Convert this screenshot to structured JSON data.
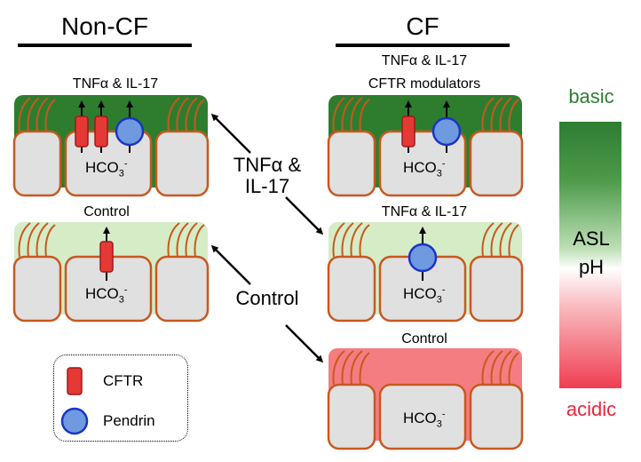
{
  "colors": {
    "basic": "#2e7d2f",
    "slightly_basic": "#d5ecc7",
    "acidic": "#f47d82",
    "cell_fill": "#e0e0e0",
    "cell_border": "#c8581e",
    "cftr": "#e53935",
    "pendrin": "#6f9ae0",
    "pendrin_border": "#1a34c8",
    "basic_text": "#2e7d2f",
    "acidic_text": "#e8243c"
  },
  "headings": {
    "non_cf": "Non-CF",
    "cf": "CF"
  },
  "panels": {
    "noncf_tnf": {
      "label": "TNFα & IL-17",
      "hco3": "HCO3-"
    },
    "noncf_control": {
      "label": "Control",
      "hco3": "HCO3-"
    },
    "cf_tnf_mod": {
      "label1": "TNFα & IL-17",
      "label2": "CFTR modulators",
      "hco3": "HCO3-"
    },
    "cf_tnf": {
      "label": "TNFα & IL-17",
      "hco3": "HCO3-"
    },
    "cf_control": {
      "label": "Control",
      "hco3": "HCO3-"
    }
  },
  "arrows": {
    "tnf_label_line1": "TNFα &",
    "tnf_label_line2": "IL-17",
    "control_label": "Control"
  },
  "legend": {
    "cftr": "CFTR",
    "pendrin": "Pendrin"
  },
  "scale": {
    "top": "basic",
    "middle1": "ASL",
    "middle2": "pH",
    "bottom": "acidic"
  }
}
